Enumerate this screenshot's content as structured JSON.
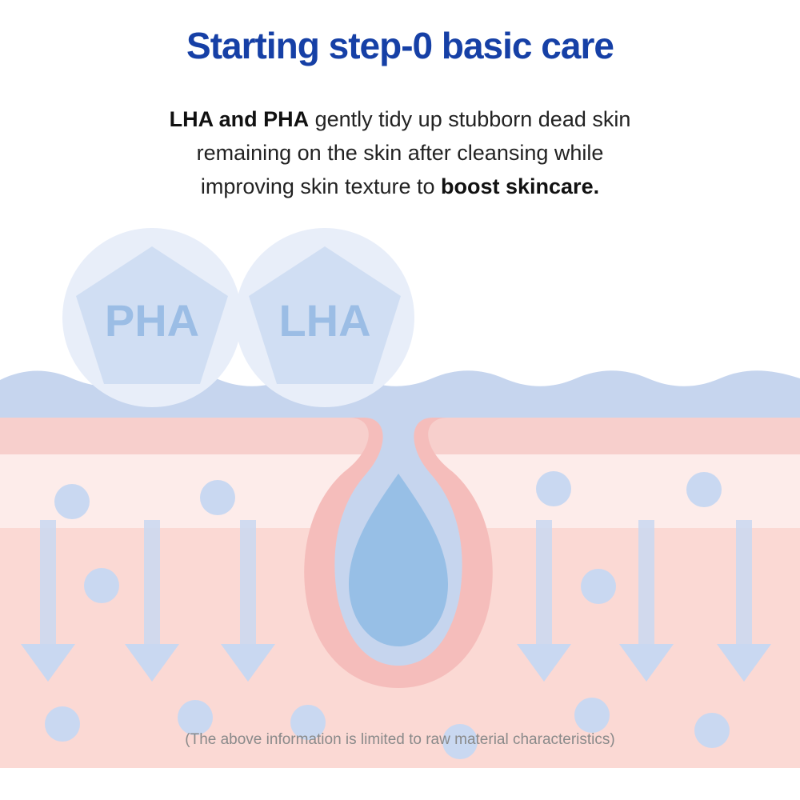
{
  "headline": "Starting step-0 basic care",
  "body": {
    "line1_bold": "LHA and PHA",
    "line1_rest": " gently tidy up stubborn dead skin",
    "line2": "remaining on the skin after cleansing while",
    "line3_pre": "improving skin texture to ",
    "line3_bold": "boost skincare."
  },
  "ingredients": [
    {
      "label": "PHA"
    },
    {
      "label": "LHA"
    }
  ],
  "disclaimer": "(The above information is limited to raw material characteristics)",
  "colors": {
    "headline": "#1640a6",
    "text": "#222222",
    "disclaimer": "#8a8a8a",
    "skin_surface": "#c6d5ee",
    "epidermis_band": "#f7cfcc",
    "light_band": "#fdecea",
    "dermis": "#fbd9d4",
    "pore_outline": "#f5bdbb",
    "droplet": "#97bfe6",
    "molecule": "#c9d8f1",
    "circle": "#e8eef9",
    "pentagon": "#d0def3",
    "chem_text": "#9bbde5"
  },
  "icons": {
    "molecules": "pentagon-molecule-icon",
    "droplet": "water-droplet-icon",
    "arrows": "down-arrow-icon",
    "particles": "dot-particle-icon"
  }
}
